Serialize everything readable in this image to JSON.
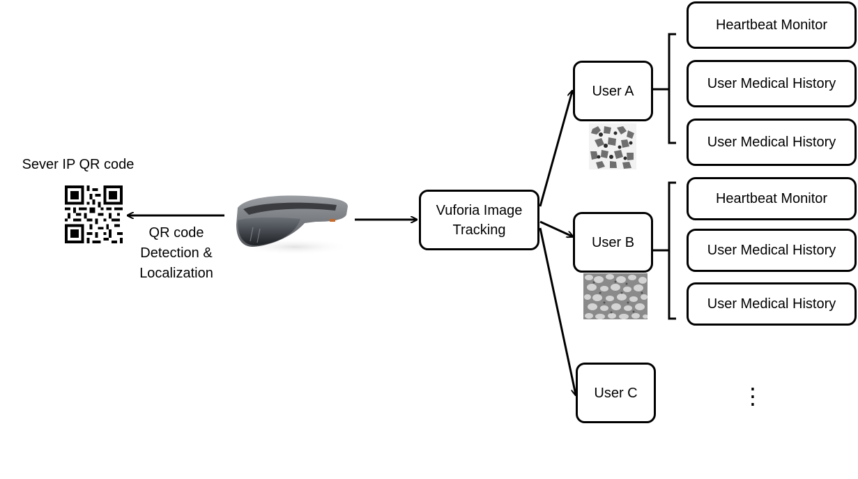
{
  "qr": {
    "title": "Sever IP QR code"
  },
  "detection": {
    "line1": "QR code",
    "line2": "Detection &",
    "line3": "Localization"
  },
  "vuforia": {
    "line1": "Vuforia Image",
    "line2": "Tracking"
  },
  "users": {
    "a": {
      "label": "User A",
      "items": [
        "Heartbeat Monitor",
        "User Medical History",
        "User Medical History"
      ]
    },
    "b": {
      "label": "User B",
      "items": [
        "Heartbeat Monitor",
        "User Medical History",
        "User Medical History"
      ]
    },
    "c": {
      "label": "User C"
    }
  },
  "more": "⋮"
}
